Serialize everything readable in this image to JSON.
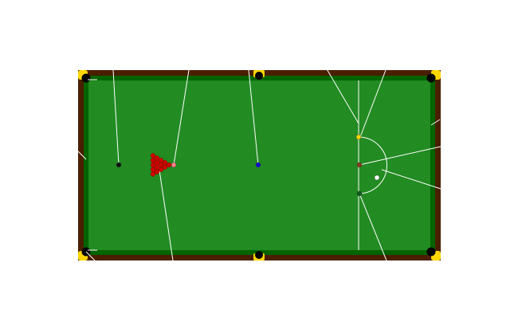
{
  "diagram": {
    "subject": "snooker table",
    "colors": {
      "cloth": "#228b22",
      "cushion": "#006400",
      "rail": "#4a1f00",
      "pocket": "#000000",
      "pocket_plate": "#ffd700",
      "markings": "#ffffff"
    },
    "balls": [
      {
        "name": "black",
        "color": "#111111"
      },
      {
        "name": "pink",
        "color": "#ff7f8a"
      },
      {
        "name": "blue",
        "color": "#1010cc"
      },
      {
        "name": "brown",
        "color": "#8b3a1a"
      },
      {
        "name": "yellow",
        "color": "#ffd700"
      },
      {
        "name": "green",
        "color": "#0b5a1b"
      },
      {
        "name": "cue",
        "color": "#ffffff"
      }
    ],
    "reds": {
      "count": 15,
      "color": "#d10000"
    }
  }
}
